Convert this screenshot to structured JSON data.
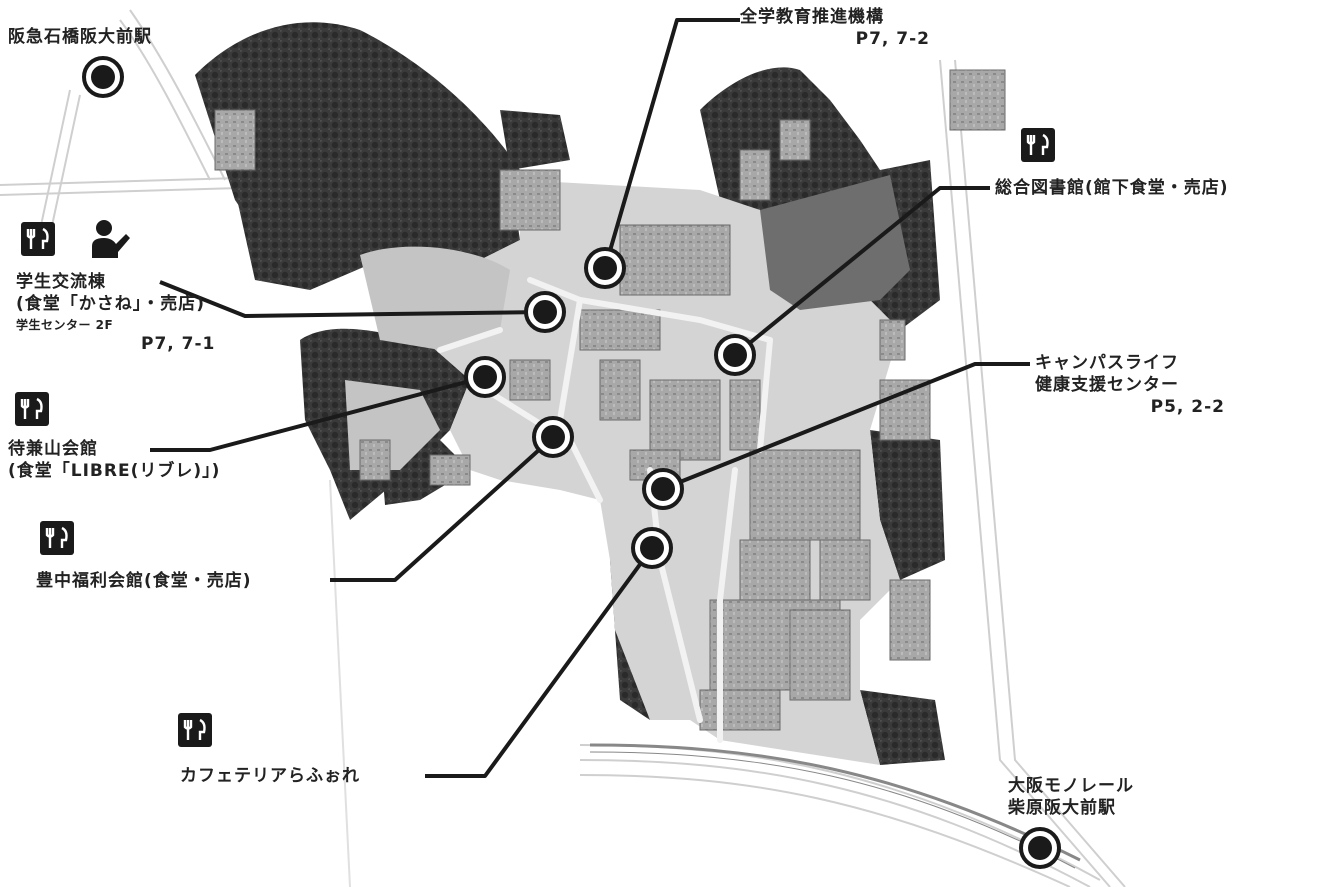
{
  "stations": {
    "hankyu": {
      "name": "阪急石橋阪大前駅"
    },
    "monorail": {
      "lines": [
        "大阪モノレール",
        "柴原阪大前駅"
      ]
    }
  },
  "facilities": {
    "zengaku": {
      "lines": [
        "全学教育推進機構",
        "P7, 7-2"
      ]
    },
    "library": {
      "name": "総合図書館(館下食堂・売店)"
    },
    "student_hall": {
      "lines": [
        "学生交流棟",
        "(食堂「かさね」・売店)"
      ],
      "sub": "学生センター 2F",
      "page": "P7, 7-1"
    },
    "campus_life": {
      "lines": [
        "キャンパスライフ",
        "健康支援センター",
        "P5, 2-2"
      ]
    },
    "machikaneyama": {
      "lines": [
        "待兼山会館",
        "(食堂「LIBRE(リブレ)」)"
      ]
    },
    "toyonaka": {
      "name": "豊中福利会館(食堂・売店)"
    },
    "cafeteria": {
      "name": "カフェテリアらふぉれ"
    }
  },
  "icons": {
    "restaurant": "fork-knife-icon",
    "counselor": "person-speaking-icon"
  },
  "colors": {
    "forest": "#3d3d3d",
    "campus": "#d6d6d6",
    "building": "#9a9a9a",
    "line": "#1a1a1a"
  }
}
